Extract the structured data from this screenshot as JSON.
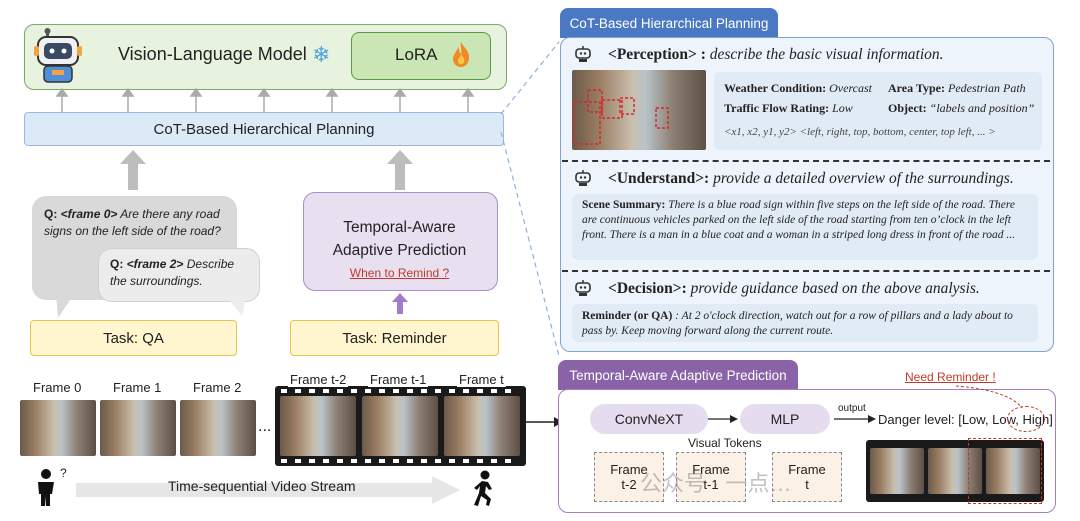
{
  "left": {
    "vlm_title": "Vision-Language Model",
    "lora_label": "LoRA",
    "cot_bar_label": "CoT-Based Hierarchical Planning",
    "qa_bubble_1": {
      "prefix": "Q: ",
      "frame": "<frame 0>",
      "text": " Are there any road signs on the left side of the road?"
    },
    "qa_bubble_2": {
      "prefix": "Q: ",
      "frame": "<frame 2>",
      "text": " Describe the surroundings."
    },
    "temporal_title_1": "Temporal-Aware",
    "temporal_title_2": "Adaptive Prediction",
    "when_to_remind": "When to Remind ?",
    "task_qa": "Task: QA",
    "task_reminder": "Task: Reminder",
    "frames": [
      "Frame 0",
      "Frame 1",
      "Frame 2"
    ],
    "ellipsis": "...",
    "film_frames": [
      "Frame t-2",
      "Frame t-1",
      "Frame t"
    ],
    "stream_label": "Time-sequential Video Stream",
    "question_mark": "?"
  },
  "panel_cot": {
    "tab": "CoT-Based Hierarchical Planning",
    "perception": {
      "title": "<Perception> :",
      "desc": "describe the basic visual information."
    },
    "weather_label": "Weather Condition:",
    "weather_value": "Overcast",
    "area_label": "Area Type:",
    "area_value": "Pedestrian Path",
    "traffic_label": "Traffic Flow Rating:",
    "traffic_value": "Low",
    "object_label": "Object:",
    "object_value": "“labels and position”",
    "coords_line": "<x1, x2, y1, y2> <left, right, top, bottom, center, top left, ... >",
    "understand": {
      "title": "<Understand>:",
      "desc": "provide a detailed overview of the surroundings."
    },
    "scene_label": "Scene Summary:",
    "scene_text": "There is a blue road sign within five steps on the left side of the road. There are continuous vehicles parked on the left side of the road starting from ten o’clock in the left front. There is a man in a blue coat and a woman in a striped long dress in front of the road ...",
    "decision": {
      "title": "<Decision>:",
      "desc": "provide guidance based on the above analysis."
    },
    "reminder_label": "Reminder (or QA)",
    "reminder_text": ": At 2 o'clock direction, watch out for a row of pillars and a lady about to pass by. Keep moving forward along the current route."
  },
  "panel_temporal": {
    "tab": "Temporal-Aware Adaptive Prediction",
    "need_reminder": "Need Reminder !",
    "convnext": "ConvNeXT",
    "mlp": "MLP",
    "output": "output",
    "danger_prefix": "Danger level: [Low, Low, ",
    "danger_high": "High",
    "danger_suffix": "]",
    "visual_tokens": "Visual Tokens",
    "tokens": [
      [
        "Frame",
        "t-2"
      ],
      [
        "Frame",
        "t-1"
      ],
      [
        "Frame",
        "t"
      ]
    ],
    "watermark": "公众号 · 一点…"
  },
  "colors": {
    "accent_blue": "#4a78c2",
    "accent_purple": "#8a62a8",
    "red": "#c0392b"
  }
}
